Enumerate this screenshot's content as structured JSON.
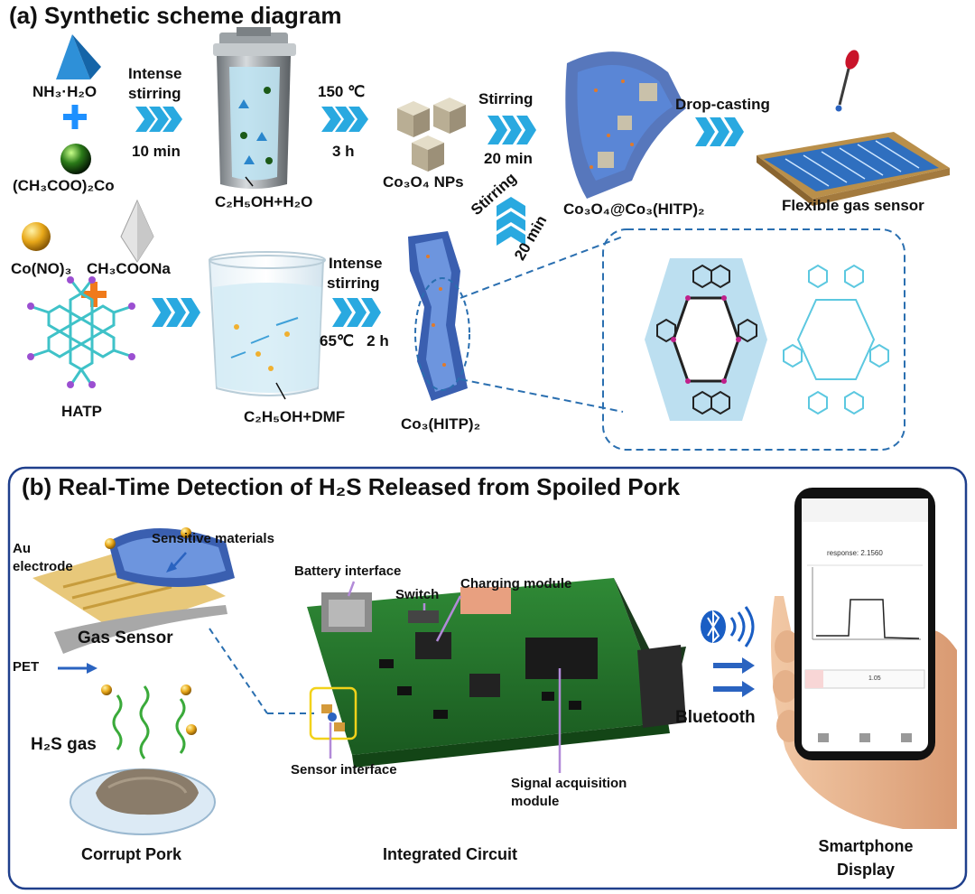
{
  "panel_a": {
    "title": "(a)  Synthetic scheme diagram",
    "reactant_1": "NH₃·H₂O",
    "reactant_2": "(CH₃COO)₂Co",
    "step_1_line1": "Intense",
    "step_1_line2": "stirring",
    "step_1_time": "10 min",
    "autoclave_label": "C₂H₅OH+H₂O",
    "step_2_temp": "150 ℃",
    "step_2_time": "3 h",
    "np_label": "Co₃O₄ NPs",
    "step_3": "Stirring",
    "step_3_time": "20 min",
    "composite_label": "Co₃O₄@Co₃(HITP)₂",
    "step_4": "Drop-casting",
    "sensor_label": "Flexible gas sensor",
    "reactant_3": "Co(NO)₃",
    "reactant_4": "CH₃COONa",
    "ligand_label": "HATP",
    "beaker_label": "C₂H₅OH+DMF",
    "step_5_line1": "Intense",
    "step_5_line2": "stirring",
    "step_5_cond": "65℃   2 h",
    "mof_label": "Co₃(HITP)₂",
    "step_6": "Stirring",
    "step_6_time": "20 min"
  },
  "panel_b": {
    "title": "(b) Real-Time Detection of H₂S Released from Spoiled Pork",
    "au_electrode": "Au electrode",
    "sensitive_materials": "Sensitive materials",
    "gas_sensor": "Gas Sensor",
    "pet": "PET",
    "h2s_gas": "H₂S gas",
    "corrupt_pork": "Corrupt Pork",
    "battery_interface": "Battery interface",
    "switch": "Switch",
    "charging_module": "Charging module",
    "sensor_interface": "Sensor interface",
    "signal_acquisition": "Signal acquisition module",
    "integrated_circuit": "Integrated Circuit",
    "bluetooth": "Bluetooth",
    "smartphone_display": "Smartphone Display",
    "phone_response": "response: 2.1560",
    "phone_value": "1.05"
  },
  "colors": {
    "arrow": "#29a9e0",
    "plus_blue": "#1e90ff",
    "plus_orange": "#f07a1a",
    "mof_blue": "#3a5fb0",
    "hexagon_fill": "#bcdff0",
    "panel_border": "#1f3f8c",
    "dashed": "#2a6fb0",
    "pcb": "#1f6b2a",
    "leader": "#b28ad8"
  }
}
